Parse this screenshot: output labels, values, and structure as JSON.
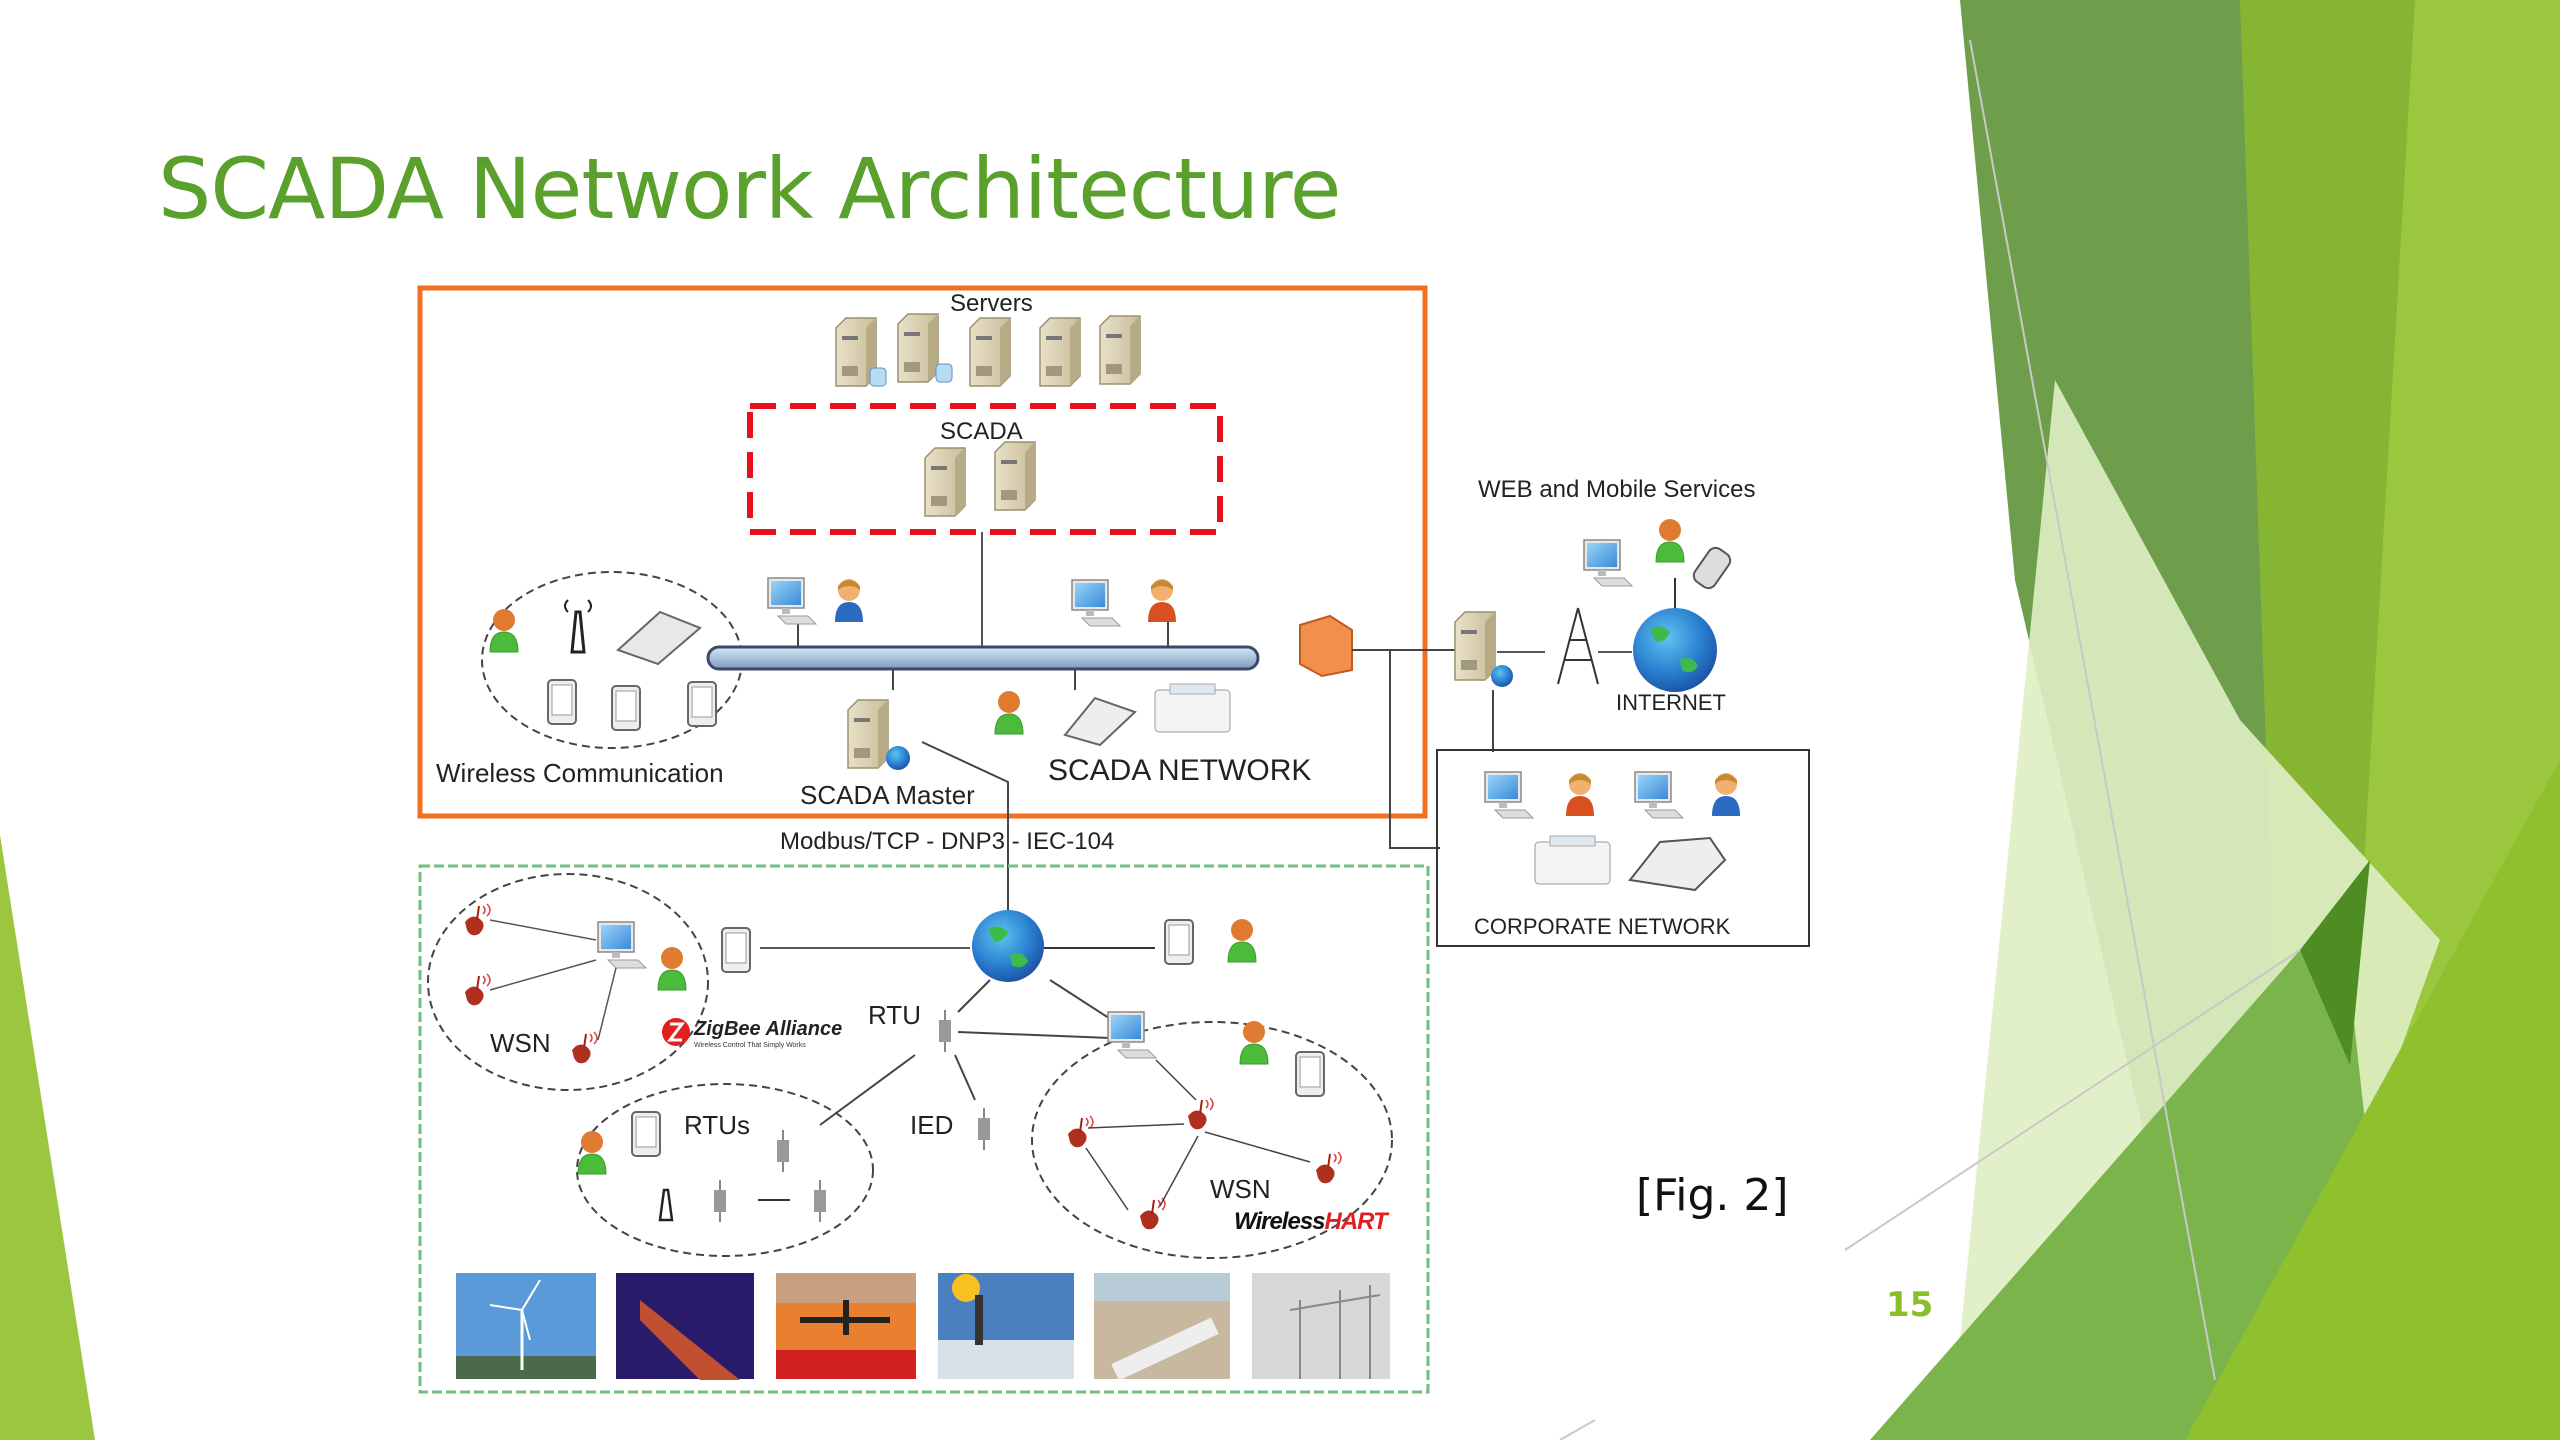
{
  "slide": {
    "title": "SCADA Network Architecture",
    "figure_caption": "[Fig. 2]",
    "page_number": "15",
    "theme_colors": {
      "title": "#5aa02c",
      "page_number": "#8bbd2c",
      "accent_dark": "#6a9a40",
      "accent_mid": "#84b52e",
      "accent_light": "#9cc63f",
      "accent_pale": "#dceec0"
    }
  },
  "diagram": {
    "scada_zone": {
      "border_color": "#f07020",
      "servers_label": "Servers",
      "scada_label": "SCADA",
      "wireless_label": "Wireless Communication",
      "master_label": "SCADA Master",
      "network_label": "SCADA NETWORK"
    },
    "protocols_label": "Modbus/TCP - DNP3 - IEC-104",
    "web_services": {
      "label": "WEB and Mobile Services",
      "internet_label": "INTERNET"
    },
    "corporate": {
      "label": "CORPORATE NETWORK"
    },
    "field_zone": {
      "border_color": "#70c080",
      "wsn_left_label": "WSN",
      "zigbee_brand": "ZigBee Alliance",
      "zigbee_tagline": "Wireless Control That Simply Works",
      "rtu_label": "RTU",
      "rtus_label": "RTUs",
      "ied_label": "IED",
      "wsn_right_label": "WSN",
      "wirelesshart_brand_a": "Wireless",
      "wirelesshart_brand_b": "HART",
      "photos": [
        "wind-turbine",
        "oil-rig",
        "airplane",
        "gas-flare",
        "pipeline",
        "power-lines"
      ]
    }
  }
}
